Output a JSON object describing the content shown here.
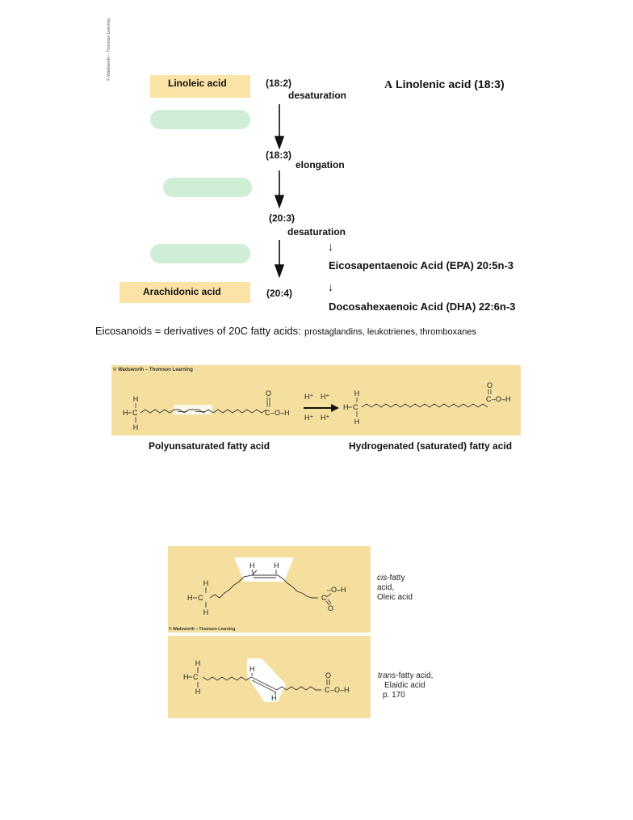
{
  "pathway": {
    "credit_vertical": "© Wadsworth – Thomson Learning",
    "linoleic_label": "Linoleic acid",
    "arachidonic_label": "Arachidonic acid",
    "steps": [
      {
        "ratio": "(18:2)",
        "process": "desaturation"
      },
      {
        "ratio": "(18:3)",
        "process": "elongation"
      },
      {
        "ratio": "(20:3)",
        "process": "desaturation"
      },
      {
        "ratio": "(20:4)",
        "process": ""
      }
    ],
    "linolenic_heading_a": "A",
    "linolenic_heading": "Linolenic acid (18:3)",
    "down_arrow": "↓",
    "epa": "Eicosapentaenoic Acid (EPA) 20:5n-3",
    "dha": "Docosahexaenoic Acid (DHA) 22:6n-3",
    "eicosanoids_lead": "Eicosanoids = derivatives of 20C fatty acids:",
    "eicosanoids_list": "prostaglandins, leukotrienes, thromboxanes"
  },
  "hydrogenation": {
    "credit": "© Wadsworth – Thomson Learning",
    "left_caption": "Polyunsaturated fatty acid",
    "right_caption": "Hydrogenated (saturated) fatty acid",
    "hydrogen_atoms": [
      "H⁺",
      "H⁺",
      "H⁺",
      "H⁺"
    ],
    "atom_h": "H",
    "atom_c": "C",
    "atom_o": "O",
    "acid_group": "–O–H"
  },
  "cis_trans": {
    "credit": "© Wadsworth – Thomson Learning",
    "cis_label_italic": "cis",
    "cis_label_rest": "-fatty",
    "cis_line2": "acid,",
    "cis_line3": "Oleic acid",
    "trans_label_italic": "trans",
    "trans_label_rest": "-fatty acid,",
    "trans_line2": "Elaidic acid",
    "trans_line3": "p. 170"
  }
}
